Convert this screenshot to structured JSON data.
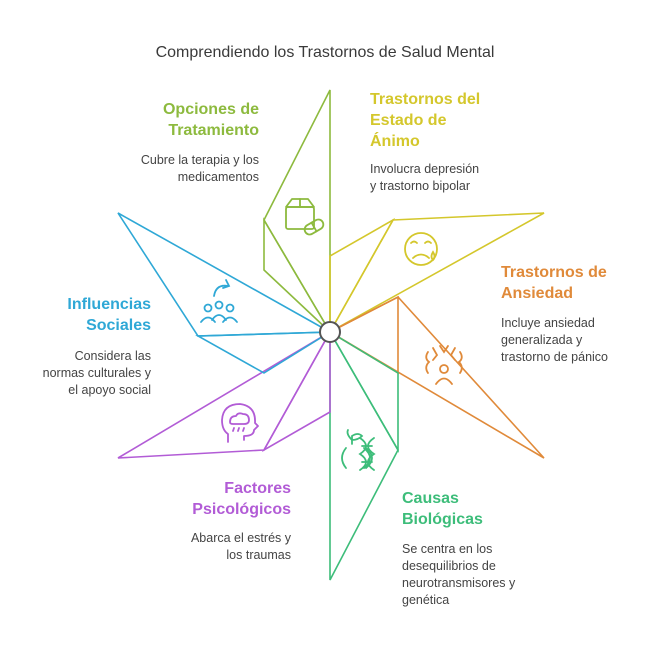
{
  "title": "Comprendiendo los Trastornos de Salud Mental",
  "colors": {
    "estado_animo": "#d4c72c",
    "ansiedad": "#e08a3a",
    "biologicas": "#3dbd7a",
    "psicologicos": "#b25cd6",
    "sociales": "#2fa8d6",
    "tratamiento": "#8dba3e",
    "hub_stroke": "#555555"
  },
  "segments": [
    {
      "id": "estado_animo",
      "label": "Trastornos del\nEstado de\nÁnimo",
      "description": "Involucra depresión\ny trastorno bipolar",
      "icon": "sad-face-icon"
    },
    {
      "id": "ansiedad",
      "label": "Trastornos de\nAnsiedad",
      "description": "Incluye ansiedad\ngeneralizada y\ntrastorno de pánico",
      "icon": "anxious-person-icon"
    },
    {
      "id": "biologicas",
      "label": "Causas\nBiológicas",
      "description": "Se centra en los\ndesequilibrios de\nneurotransmisores y\ngenética",
      "icon": "dna-icon"
    },
    {
      "id": "psicologicos",
      "label": "Factores\nPsicológicos",
      "description": "Abarca el estrés y\nlos traumas",
      "icon": "head-rain-cloud-icon"
    },
    {
      "id": "sociales",
      "label": "Influencias\nSociales",
      "description": "Considera las\nnormas culturales y\nel apoyo social",
      "icon": "people-group-icon"
    },
    {
      "id": "tratamiento",
      "label": "Opciones de\nTratamiento",
      "description": "Cubre la terapia y los\nmedicamentos",
      "icon": "medicine-box-pill-icon"
    }
  ]
}
